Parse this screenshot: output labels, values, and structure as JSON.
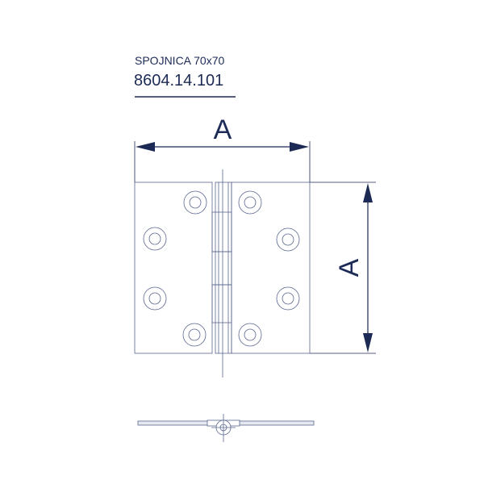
{
  "header": {
    "product_name": "SPOJNICA 70x70",
    "product_code": "8604.14.101"
  },
  "dimensions": {
    "width_label": "A",
    "height_label": "A"
  },
  "colors": {
    "ink": "#1c2a55",
    "line": "#5a6690"
  }
}
